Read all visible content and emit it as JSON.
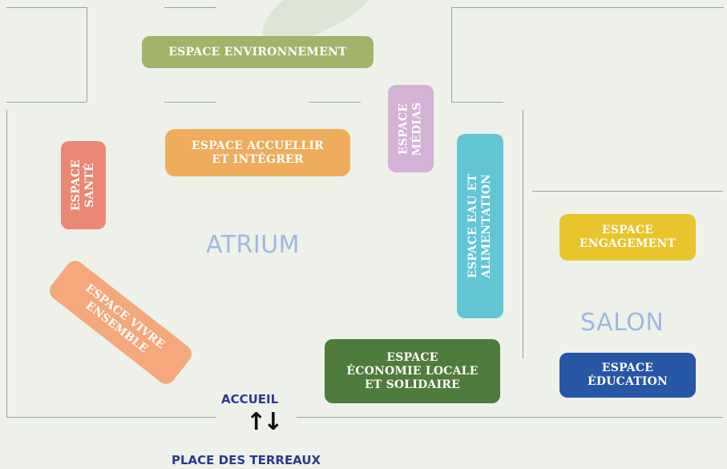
{
  "zones": {
    "environnement": {
      "label": "ESPACE ENVIRONNEMENT",
      "color": "#a1b46a"
    },
    "accueillir": {
      "label": "ESPACE ACCUELLIR\nET INTÉGRER",
      "color": "#eeac5c"
    },
    "medias": {
      "label": "ESPACE\nMÉDIAS",
      "color": "#d2b2d5"
    },
    "sante": {
      "label": "ESPACE\nSANTÉ",
      "color": "#ea8874"
    },
    "eau": {
      "label": "ESPACE EAU ET\nALIMENTATION",
      "color": "#62c5d3"
    },
    "engagement": {
      "label": "ESPACE\nENGAGEMENT",
      "color": "#e8c42c"
    },
    "vivre": {
      "label": "ESPACE VIVRE\nENSEMBLE",
      "color": "#f5a87c"
    },
    "economie": {
      "label": "ESPACE\nÉCONOMIE LOCALE\nET SOLIDAIRE",
      "color": "#4f7b3c"
    },
    "education": {
      "label": "ESPACE\nÉDUCATION",
      "color": "#2756a5"
    }
  },
  "rooms": {
    "atrium": "ATRIUM",
    "salon": "SALON"
  },
  "entrance": {
    "accueil": "ACCUEIL",
    "place": "PLACE DES TERREAUX",
    "arrows": "↑↓"
  }
}
